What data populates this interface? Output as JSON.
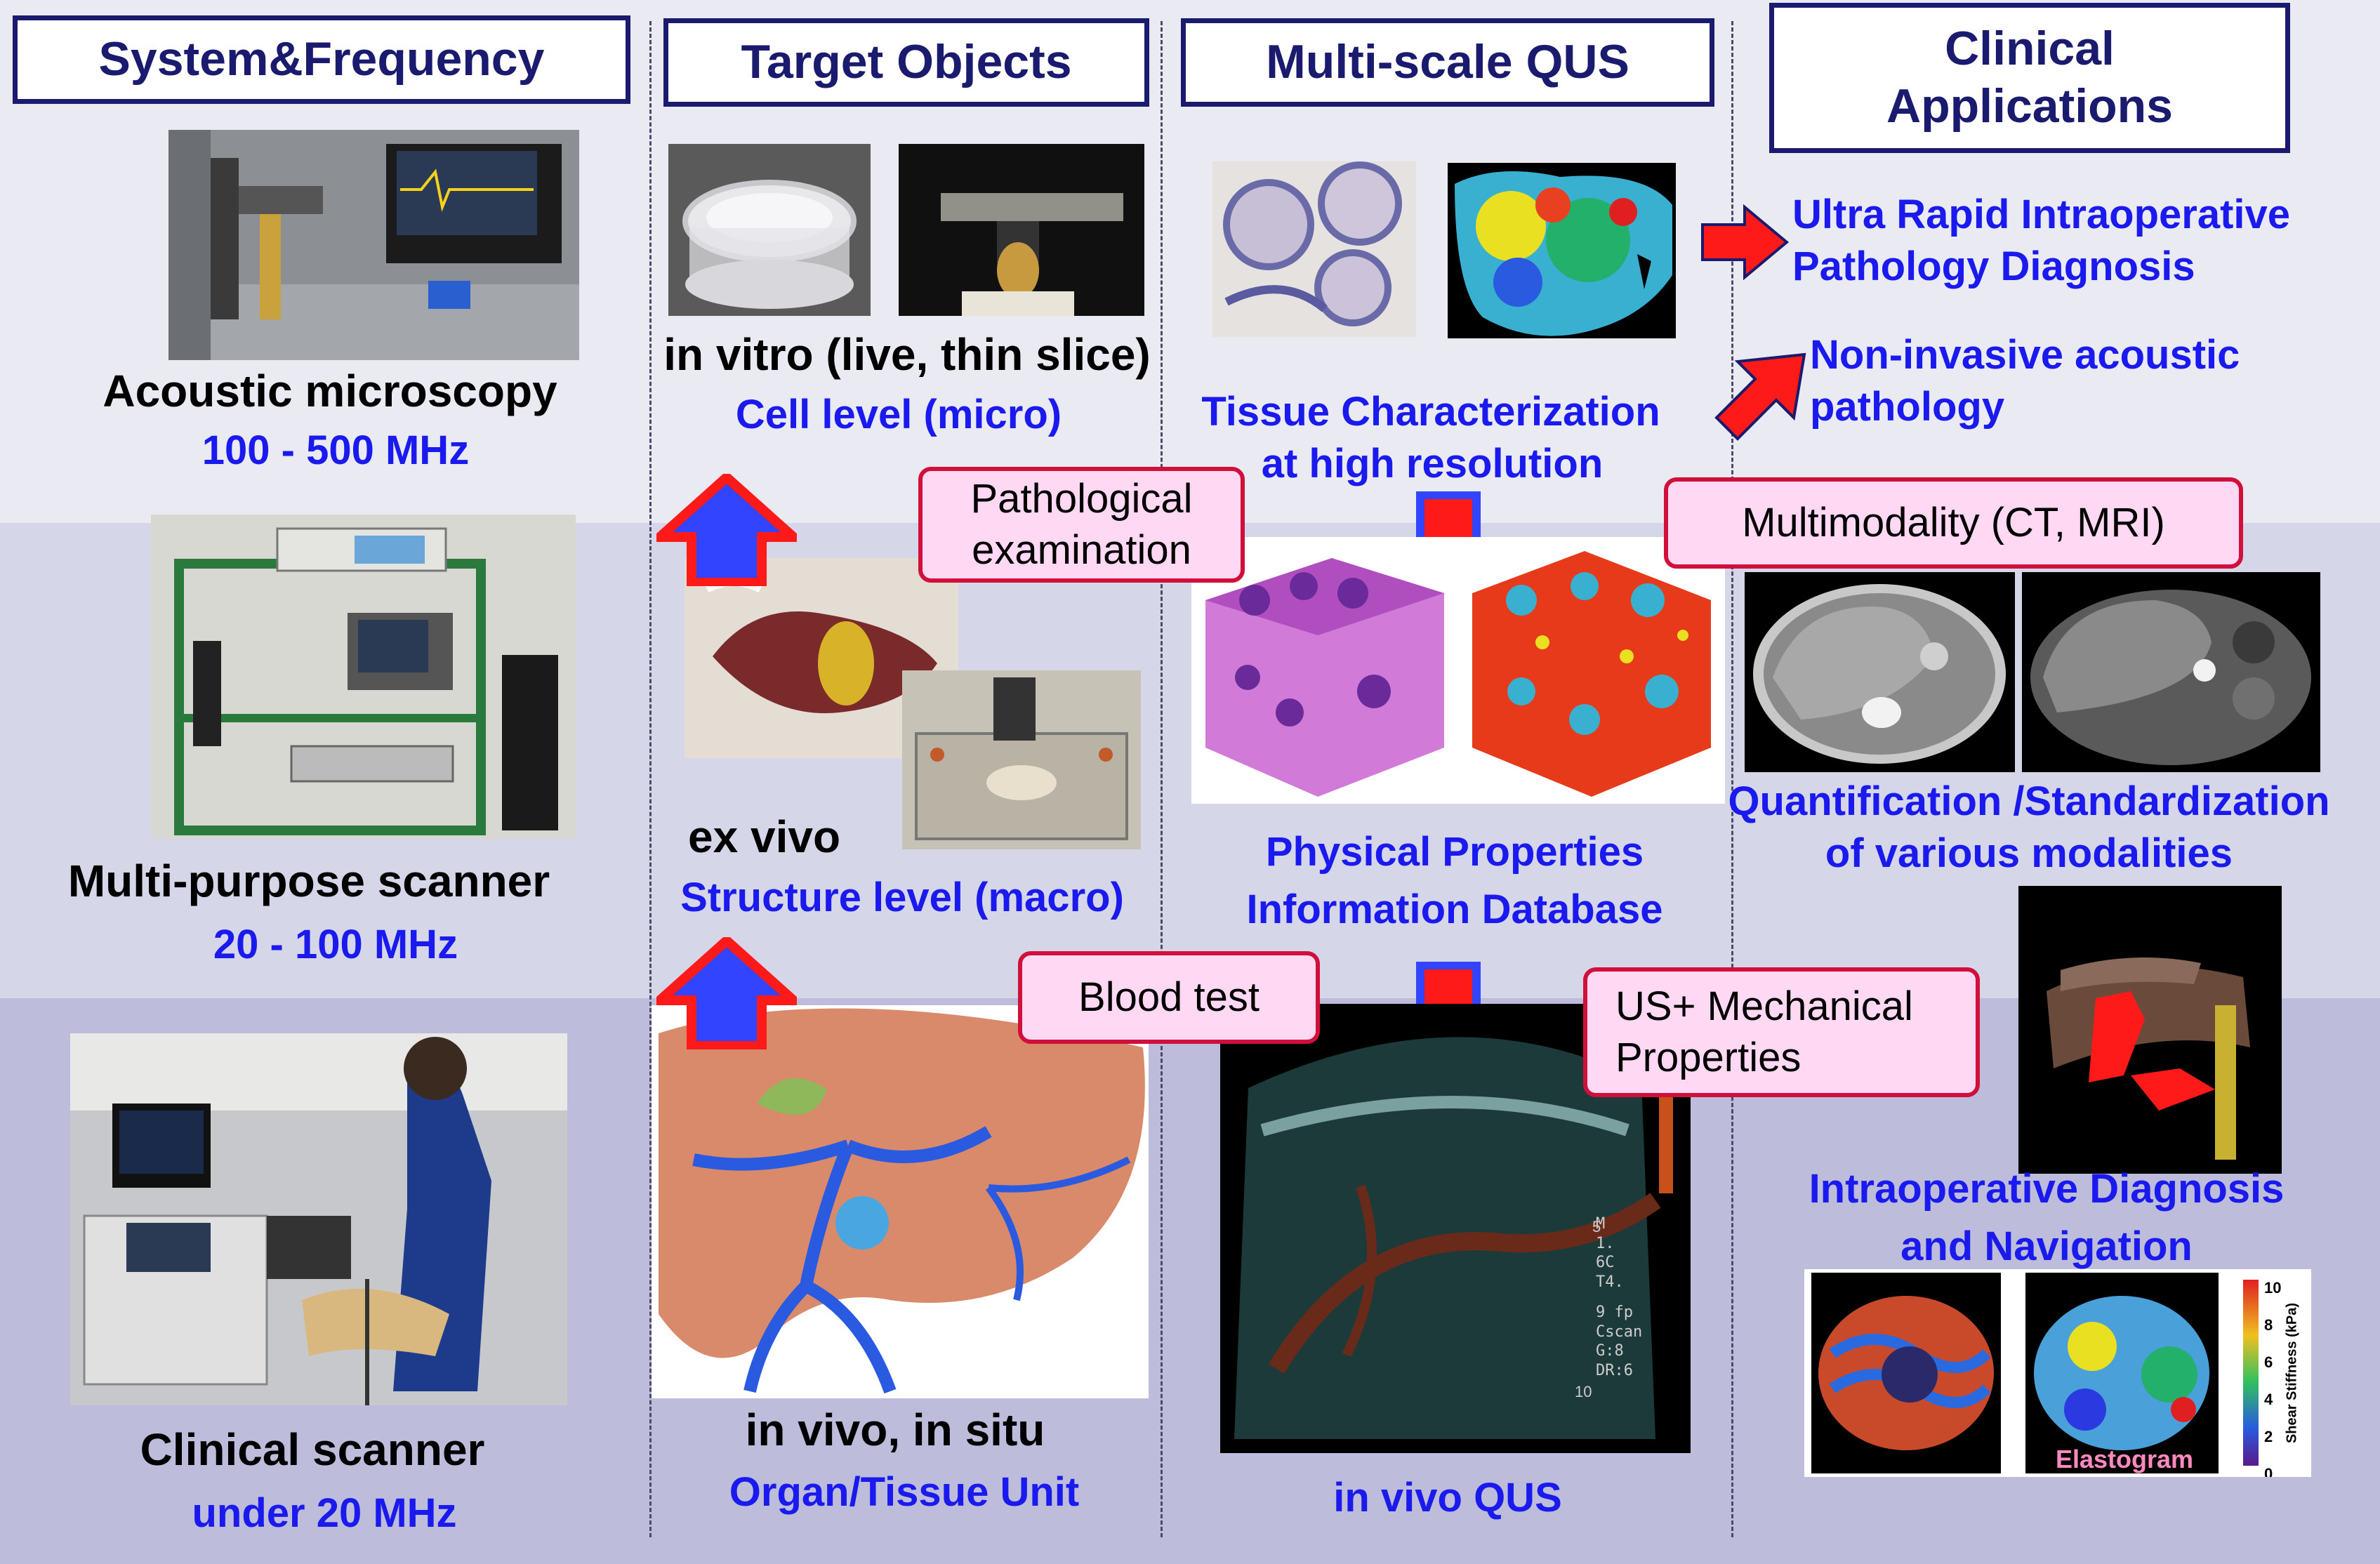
{
  "headers": {
    "system": "System&Frequency",
    "targets": "Target Objects",
    "qus": "Multi-scale QUS",
    "clinical": "Clinical Applications"
  },
  "systems": [
    {
      "name": "Acoustic microscopy",
      "freq": "100 - 500 MHz"
    },
    {
      "name": "Multi-purpose scanner",
      "freq": "20 - 100 MHz"
    },
    {
      "name": "Clinical scanner",
      "freq": "under 20 MHz"
    }
  ],
  "targets": [
    {
      "name": "in vitro (live, thin slice)",
      "level": "Cell level (micro)"
    },
    {
      "name": "ex vivo",
      "level": "Structure level (macro)"
    },
    {
      "name": "in vivo, in situ",
      "level": "Organ/Tissue Unit"
    }
  ],
  "qus": {
    "tissue_line1": "Tissue Characterization",
    "tissue_line2": "at high resolution",
    "database_line1": "Physical Properties",
    "database_line2": "Information Database",
    "invivo": "in vivo QUS"
  },
  "callouts": {
    "pathological": "Pathological examination",
    "blood": "Blood test",
    "multimodality": "Multimodality (CT, MRI)",
    "mechanical": "US+ Mechanical Properties"
  },
  "clinical": {
    "ultra_line1": "Ultra Rapid Intraoperative",
    "ultra_line2": "Pathology Diagnosis",
    "noninv_line1": "Non-invasive acoustic",
    "noninv_line2": "pathology",
    "quant_line1": "Quantification /Standardization",
    "quant_line2": "of various modalities",
    "intraop_line1": "Intraoperative Diagnosis",
    "intraop_line2": "and Navigation"
  },
  "elastogram": {
    "label": "Elastogram",
    "axis_label": "Shear Stiffness (kPa)",
    "ticks": [
      "10",
      "8",
      "6",
      "4",
      "2",
      "0"
    ]
  },
  "ultrasound_overlay": [
    "5",
    "10",
    "M",
    "1.",
    "6C",
    "T4.",
    "9 fp",
    "Cscan",
    "G:8",
    "DR:6"
  ],
  "colors": {
    "header_navy": "#1a1a6e",
    "label_blue": "#1a1aee",
    "arrow_red": "#ff1a1a",
    "arrow_blue": "#3344ff",
    "callout_fill": "#ffd9f4",
    "callout_border": "#d0103a"
  }
}
